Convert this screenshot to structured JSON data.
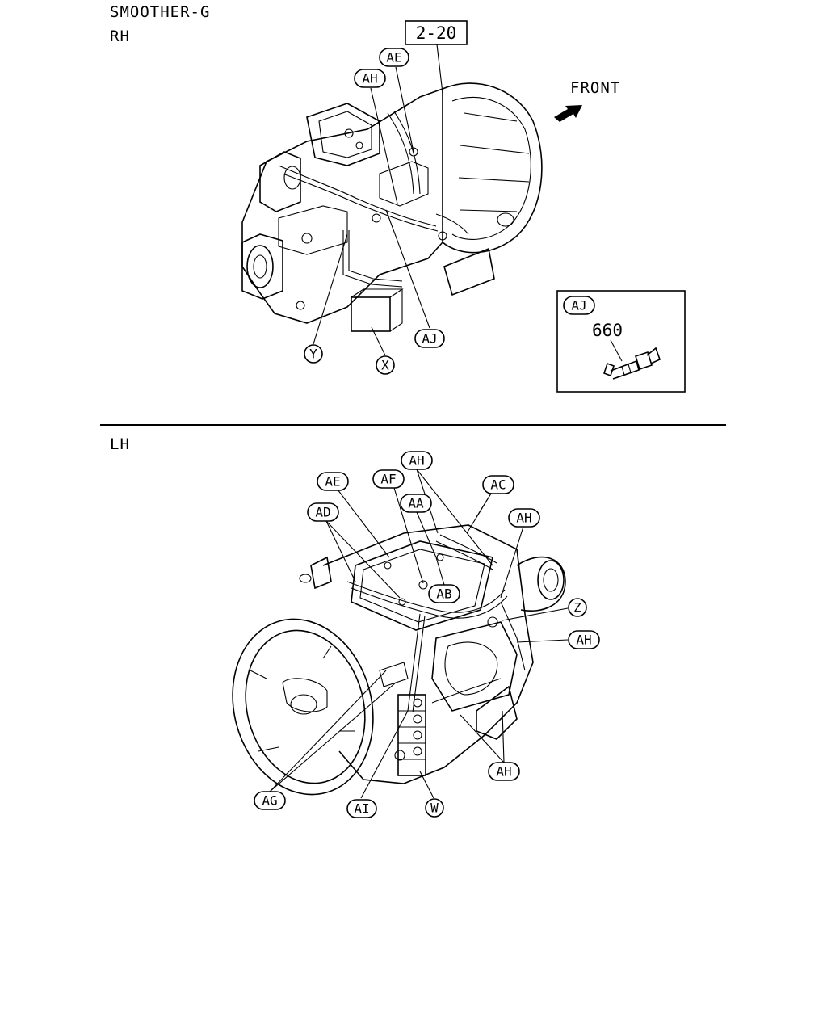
{
  "header": {
    "title": "SMOOTHER-G"
  },
  "rh_view": {
    "side_label": "RH",
    "ref_box": "2-20",
    "front_label": "FRONT",
    "callouts": [
      "AE",
      "AH",
      "AJ",
      "Y",
      "X"
    ]
  },
  "detail_box": {
    "callout": "AJ",
    "part_number": "660"
  },
  "lh_view": {
    "side_label": "LH",
    "callouts": [
      "AE",
      "AF",
      "AH",
      "AC",
      "AD",
      "AA",
      "AH",
      "AB",
      "Z",
      "AH",
      "AH",
      "AG",
      "AI",
      "W"
    ]
  }
}
